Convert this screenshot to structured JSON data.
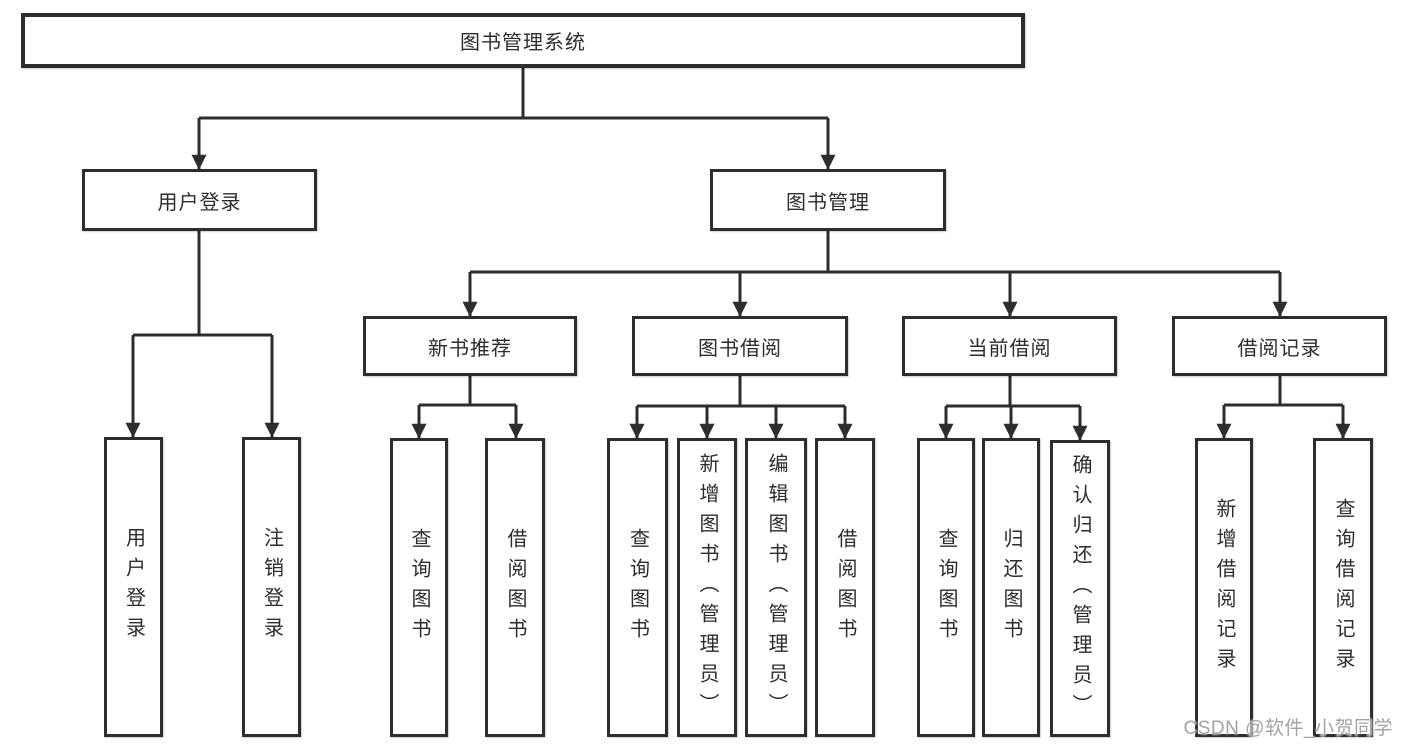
{
  "diagram_title": "图书管理系统",
  "tree": {
    "label": "图书管理系统",
    "children": [
      {
        "label": "用户登录",
        "children": [
          {
            "label": "用户登录"
          },
          {
            "label": "注销登录"
          }
        ]
      },
      {
        "label": "图书管理",
        "children": [
          {
            "label": "新书推荐",
            "children": [
              {
                "label": "查询图书"
              },
              {
                "label": "借阅图书"
              }
            ]
          },
          {
            "label": "图书借阅",
            "children": [
              {
                "label": "查询图书"
              },
              {
                "label": "新增图书（管理员）"
              },
              {
                "label": "编辑图书（管理员）"
              },
              {
                "label": "借阅图书"
              }
            ]
          },
          {
            "label": "当前借阅",
            "children": [
              {
                "label": "查询图书"
              },
              {
                "label": "归还图书"
              },
              {
                "label": "确认归还（管理员）"
              }
            ]
          },
          {
            "label": "借阅记录",
            "children": [
              {
                "label": "新增借阅记录"
              },
              {
                "label": "查询借阅记录"
              }
            ]
          }
        ]
      }
    ]
  },
  "watermark": "CSDN @软件_小贺同学",
  "colors": {
    "line": "#2d2d2d",
    "text": "#2d2d2d",
    "watermark": "#a3a3a3",
    "background": "#ffffff"
  }
}
